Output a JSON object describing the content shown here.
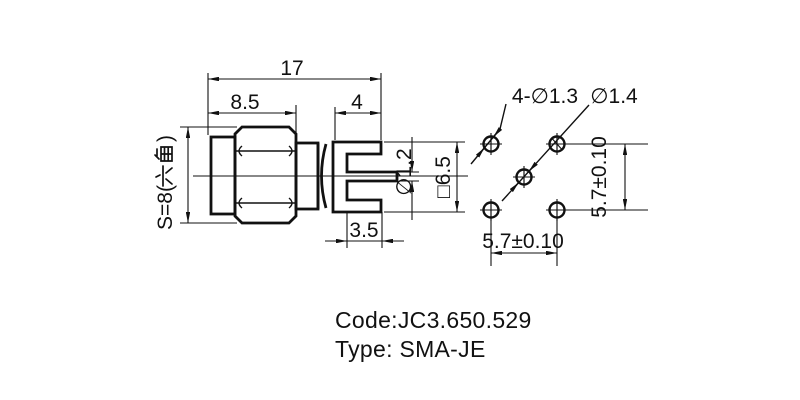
{
  "page": {
    "background": "#ffffff",
    "line_color": "#111111"
  },
  "side_view": {
    "dims": {
      "total_length": "17",
      "front_length": "8.5",
      "flange_width": "4",
      "hex_across_flats_full": "S=8(六角)",
      "hex_prefix": "S=8(",
      "hex_cjk": "六角",
      "hex_suffix": ")",
      "leg_span": "3.5",
      "pin_diameter": "∅1.2",
      "flange_square": "□6.5"
    }
  },
  "footprint_view": {
    "dims": {
      "corner_holes": "4-∅1.3",
      "center_hole": "∅1.4",
      "pitch_horizontal": "5.7±0.10",
      "pitch_vertical": "5.7±0.10"
    }
  },
  "caption": {
    "code": "Code:JC3.650.529",
    "type": "Type: SMA-JE"
  }
}
